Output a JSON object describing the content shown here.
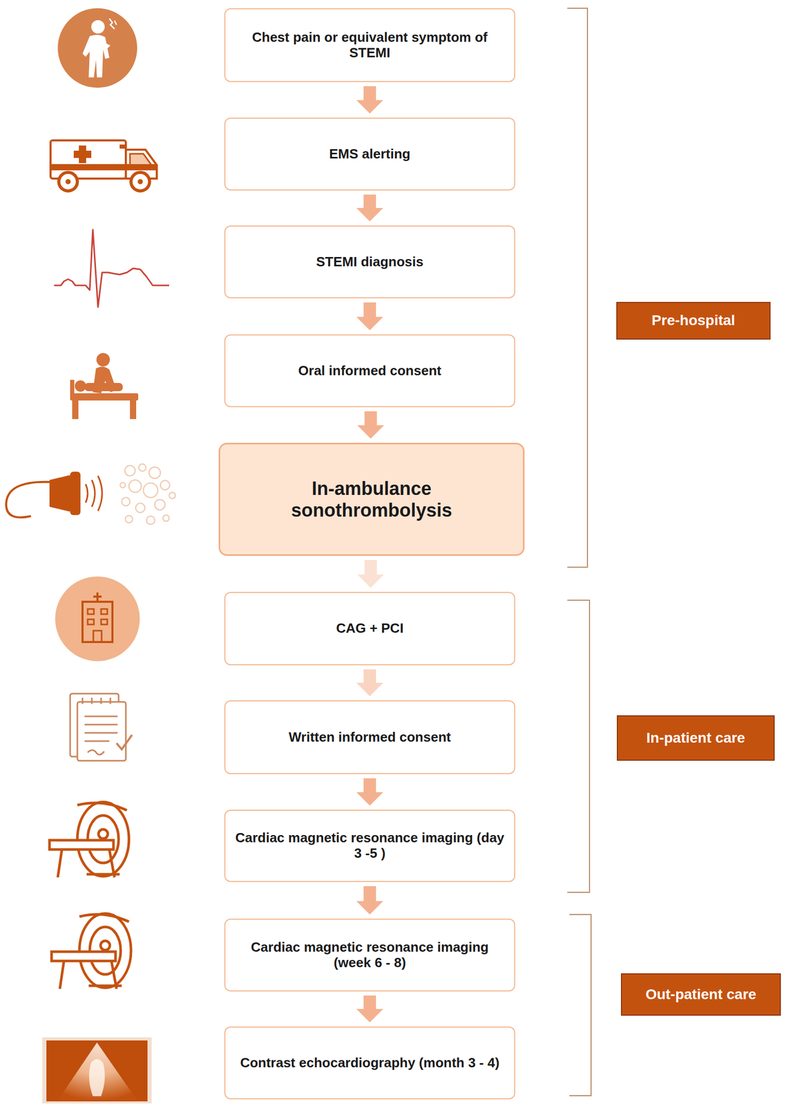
{
  "diagram": {
    "nodes": [
      {
        "text": [
          "Chest pain or equivalent symptom of STEMI"
        ]
      },
      {
        "text": [
          "EMS alerting"
        ]
      },
      {
        "text": [
          "STEMI diagnosis"
        ]
      },
      {
        "text": [
          "Oral informed consent"
        ]
      },
      {
        "text": [
          "In-ambulance sonothrombolysis"
        ]
      },
      {
        "text": [
          "CAG + PCI"
        ]
      },
      {
        "text": [
          "Written informed consent"
        ]
      },
      {
        "text": [
          "Cardiac magnetic resonance imaging (day 3 -5 )"
        ]
      },
      {
        "text": [
          "Cardiac magnetic resonance imaging (week 6 - 8)"
        ]
      },
      {
        "text": [
          "Contrast echocardiography (month 3 - 4)"
        ]
      },
      {
        "text": [
          "Pre-hospital"
        ]
      },
      {
        "text": [
          "In-patient care"
        ]
      },
      {
        "text": [
          "Out-patient care"
        ]
      }
    ],
    "edges": [
      {
        "from": 0,
        "to": 1,
        "arrow": "to"
      },
      {
        "from": 1,
        "to": 2,
        "arrow": "to"
      },
      {
        "from": 2,
        "to": 3,
        "arrow": "to"
      },
      {
        "from": 3,
        "to": 4,
        "arrow": "to"
      },
      {
        "from": 4,
        "to": 5,
        "arrow": "to"
      },
      {
        "from": 5,
        "to": 6,
        "arrow": "to"
      },
      {
        "from": 6,
        "to": 7,
        "arrow": "to"
      },
      {
        "from": 7,
        "to": 8,
        "arrow": "to"
      },
      {
        "from": 8,
        "to": 9,
        "arrow": "to"
      }
    ]
  }
}
